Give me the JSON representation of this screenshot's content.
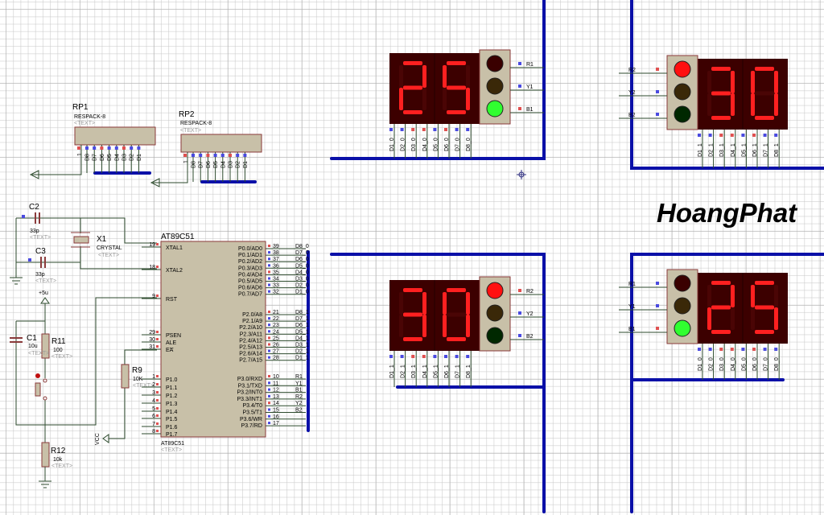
{
  "brand": "HoangPhat",
  "colors": {
    "bus": "#0a10a8",
    "wire": "#2c4a2c",
    "segment_on": "#ff2020",
    "component_body": "#c8c0a8"
  },
  "components": {
    "rp1": {
      "ref": "RP1",
      "value": "RESPACK-8",
      "text": "<TEXT>",
      "pins": [
        "1",
        "D8",
        "D7",
        "D6",
        "D5",
        "D4",
        "D3",
        "D2",
        "D1"
      ]
    },
    "rp2": {
      "ref": "RP2",
      "value": "RESPACK-8",
      "text": "<TEXT>",
      "pins": [
        "1",
        "D8",
        "D7",
        "D6",
        "D5",
        "D4",
        "D3",
        "D2",
        "D1"
      ]
    },
    "c2": {
      "ref": "C2",
      "value": "33p",
      "text": "<TEXT>"
    },
    "c3": {
      "ref": "C3",
      "value": "33p",
      "text": "<TEXT>"
    },
    "x1": {
      "ref": "X1",
      "value": "CRYSTAL",
      "text": "<TEXT>"
    },
    "c1": {
      "ref": "C1",
      "value": "10u",
      "text": "<TEXT>"
    },
    "r11": {
      "ref": "R11",
      "value": "100",
      "text": "<TEXT>"
    },
    "r12": {
      "ref": "R12",
      "value": "10k",
      "text": "<TEXT>"
    },
    "r9": {
      "ref": "R9",
      "value": "10K",
      "text": "<TEXT>"
    },
    "power": {
      "vplus": "+5u",
      "vcc": "VCC"
    },
    "mcu": {
      "ref": "AT89C51",
      "part": "AT89C51",
      "text": "<TEXT>",
      "left_pins": [
        {
          "num": "19",
          "name": "XTAL1"
        },
        {
          "num": "18",
          "name": "XTAL2"
        },
        {
          "num": "9",
          "name": "RST"
        },
        {
          "num": "29",
          "name": "PSEN"
        },
        {
          "num": "30",
          "name": "ALE"
        },
        {
          "num": "31",
          "name": "EA"
        },
        {
          "num": "1",
          "name": "P1.0"
        },
        {
          "num": "2",
          "name": "P1.1"
        },
        {
          "num": "3",
          "name": "P1.2"
        },
        {
          "num": "4",
          "name": "P1.3"
        },
        {
          "num": "5",
          "name": "P1.4"
        },
        {
          "num": "6",
          "name": "P1.5"
        },
        {
          "num": "7",
          "name": "P1.6"
        },
        {
          "num": "8",
          "name": "P1.7"
        }
      ],
      "right_pins": [
        {
          "num": "39",
          "name": "P0.0/AD0",
          "net": "D8_0"
        },
        {
          "num": "38",
          "name": "P0.1/AD1",
          "net": "D7_0"
        },
        {
          "num": "37",
          "name": "P0.2/AD2",
          "net": "D6_0"
        },
        {
          "num": "36",
          "name": "P0.3/AD3",
          "net": "D5_0"
        },
        {
          "num": "35",
          "name": "P0.4/AD4",
          "net": "D4_0"
        },
        {
          "num": "34",
          "name": "P0.5/AD5",
          "net": "D3_0"
        },
        {
          "num": "33",
          "name": "P0.6/AD6",
          "net": "D2_0"
        },
        {
          "num": "32",
          "name": "P0.7/AD7",
          "net": "D1_0"
        },
        {
          "num": "21",
          "name": "P2.0/A8",
          "net": "D8_1"
        },
        {
          "num": "22",
          "name": "P2.1/A9",
          "net": "D7_1"
        },
        {
          "num": "23",
          "name": "P2.2/A10",
          "net": "D6_1"
        },
        {
          "num": "24",
          "name": "P2.3/A11",
          "net": "D5_1"
        },
        {
          "num": "25",
          "name": "P2.4/A12",
          "net": "D4_1"
        },
        {
          "num": "26",
          "name": "P2.5/A13",
          "net": "D3_1"
        },
        {
          "num": "27",
          "name": "P2.6/A14",
          "net": "D2_1"
        },
        {
          "num": "28",
          "name": "P2.7/A15",
          "net": "D1_1"
        },
        {
          "num": "10",
          "name": "P3.0/RXD",
          "net": "R1"
        },
        {
          "num": "11",
          "name": "P3.1/TXD",
          "net": "Y1"
        },
        {
          "num": "12",
          "name": "P3.2/INT0",
          "net": "B1"
        },
        {
          "num": "13",
          "name": "P3.3/INT1",
          "net": "R2"
        },
        {
          "num": "14",
          "name": "P3.4/T0",
          "net": "Y2"
        },
        {
          "num": "15",
          "name": "P3.5/T1",
          "net": "B2"
        },
        {
          "num": "16",
          "name": "P3.6/WR",
          "net": ""
        },
        {
          "num": "17",
          "name": "P3.7/RD",
          "net": ""
        }
      ]
    }
  },
  "intersections": [
    {
      "id": "north",
      "display": "25",
      "lights": {
        "red": false,
        "yellow": false,
        "green": true
      },
      "light_labels": [
        "R1",
        "Y1",
        "B1"
      ],
      "pins": [
        "D1_0",
        "D2_0",
        "D3_0",
        "D4_0",
        "D5_0",
        "D6_0",
        "D7_0",
        "D8_0"
      ]
    },
    {
      "id": "east",
      "display": "30",
      "lights": {
        "red": true,
        "yellow": false,
        "green": false
      },
      "light_labels": [
        "R2",
        "Y2",
        "B2"
      ],
      "pins": [
        "D1_1",
        "D2_1",
        "D3_1",
        "D4_1",
        "D5_1",
        "D6_1",
        "D7_1",
        "D8_1"
      ]
    },
    {
      "id": "west",
      "display": "30",
      "lights": {
        "red": true,
        "yellow": false,
        "green": false
      },
      "light_labels": [
        "R2",
        "Y2",
        "B2"
      ],
      "pins": [
        "D1_1",
        "D2_1",
        "D3_1",
        "D4_1",
        "D5_1",
        "D6_1",
        "D7_1",
        "D8_1"
      ]
    },
    {
      "id": "south",
      "display": "25",
      "lights": {
        "red": false,
        "yellow": false,
        "green": true
      },
      "light_labels": [
        "R1",
        "Y1",
        "B1"
      ],
      "pins": [
        "D1_0",
        "D2_0",
        "D3_0",
        "D4_0",
        "D5_0",
        "D6_0",
        "D7_0",
        "D8_0"
      ]
    }
  ]
}
